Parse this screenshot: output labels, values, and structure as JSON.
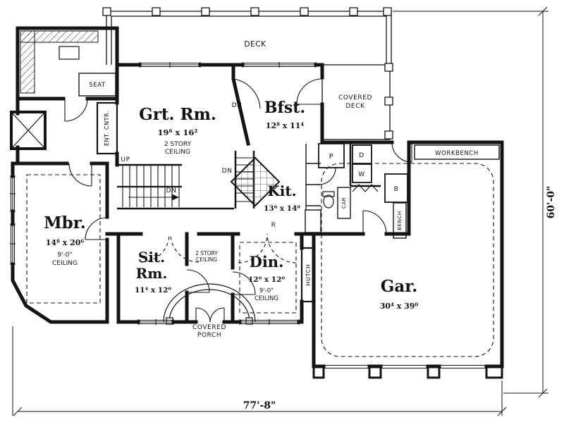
{
  "rooms": {
    "deck": {
      "label": "DECK"
    },
    "covered_deck": {
      "line1": "COVERED",
      "line2": "DECK"
    },
    "great_room": {
      "name": "Grt. Rm.",
      "dims": "19⁶ x 16²",
      "note1": "2 STORY",
      "note2": "CEILING"
    },
    "breakfast": {
      "name": "Bfst.",
      "dims": "12⁸ x 11⁴"
    },
    "kitchen": {
      "name": "Kit.",
      "dims": "13⁸ x 14⁸"
    },
    "master_bedroom": {
      "name": "Mbr.",
      "dims": "14⁸ x 20⁶",
      "note1": "9'-0\"",
      "note2": "CEILING"
    },
    "sitting_room": {
      "name1": "Sit.",
      "name2": "Rm.",
      "dims": "11⁴ x 12⁰"
    },
    "dining": {
      "name": "Din.",
      "dims": "12⁰ x 12⁰",
      "note1": "9'-0\"",
      "note2": "CEILING"
    },
    "garage": {
      "name": "Gar.",
      "dims": "30⁴ x 39⁰"
    },
    "covered_porch": {
      "line1": "COVERED",
      "line2": "PORCH"
    },
    "two_story_note": {
      "line1": "2 STORY",
      "line2": "CEILING"
    }
  },
  "labels": {
    "workbench": "WORKBENCH",
    "ent_cntr": "ENT. CNTR.",
    "seat": "SEAT",
    "hutch": "HUTCH",
    "bench": "BENCH",
    "car": "CAR",
    "up": "UP",
    "dn": "DN",
    "pantry": "P",
    "dryer": "D",
    "washer": "W",
    "broom": "B",
    "range": "R"
  },
  "dimensions": {
    "bottom": "77'-8\"",
    "right": "60'-0\""
  }
}
